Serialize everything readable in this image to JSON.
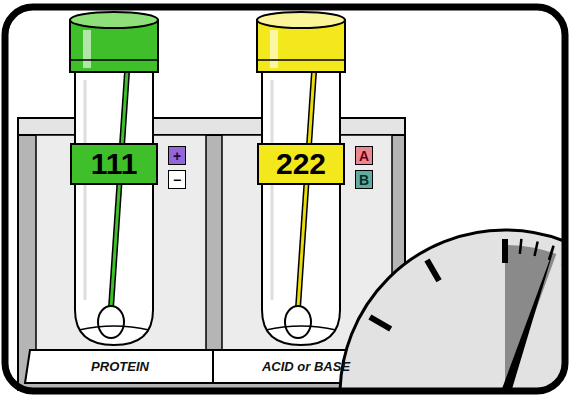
{
  "diagram": {
    "nodes": [
      {
        "text": [
          "111"
        ]
      },
      {
        "text": [
          "+"
        ]
      },
      {
        "text": [
          "−"
        ]
      },
      {
        "text": [
          "222"
        ]
      },
      {
        "text": [
          "A"
        ]
      },
      {
        "text": [
          "B"
        ]
      }
    ],
    "labels": [
      "PROTEIN",
      "ACID or BASE"
    ]
  }
}
